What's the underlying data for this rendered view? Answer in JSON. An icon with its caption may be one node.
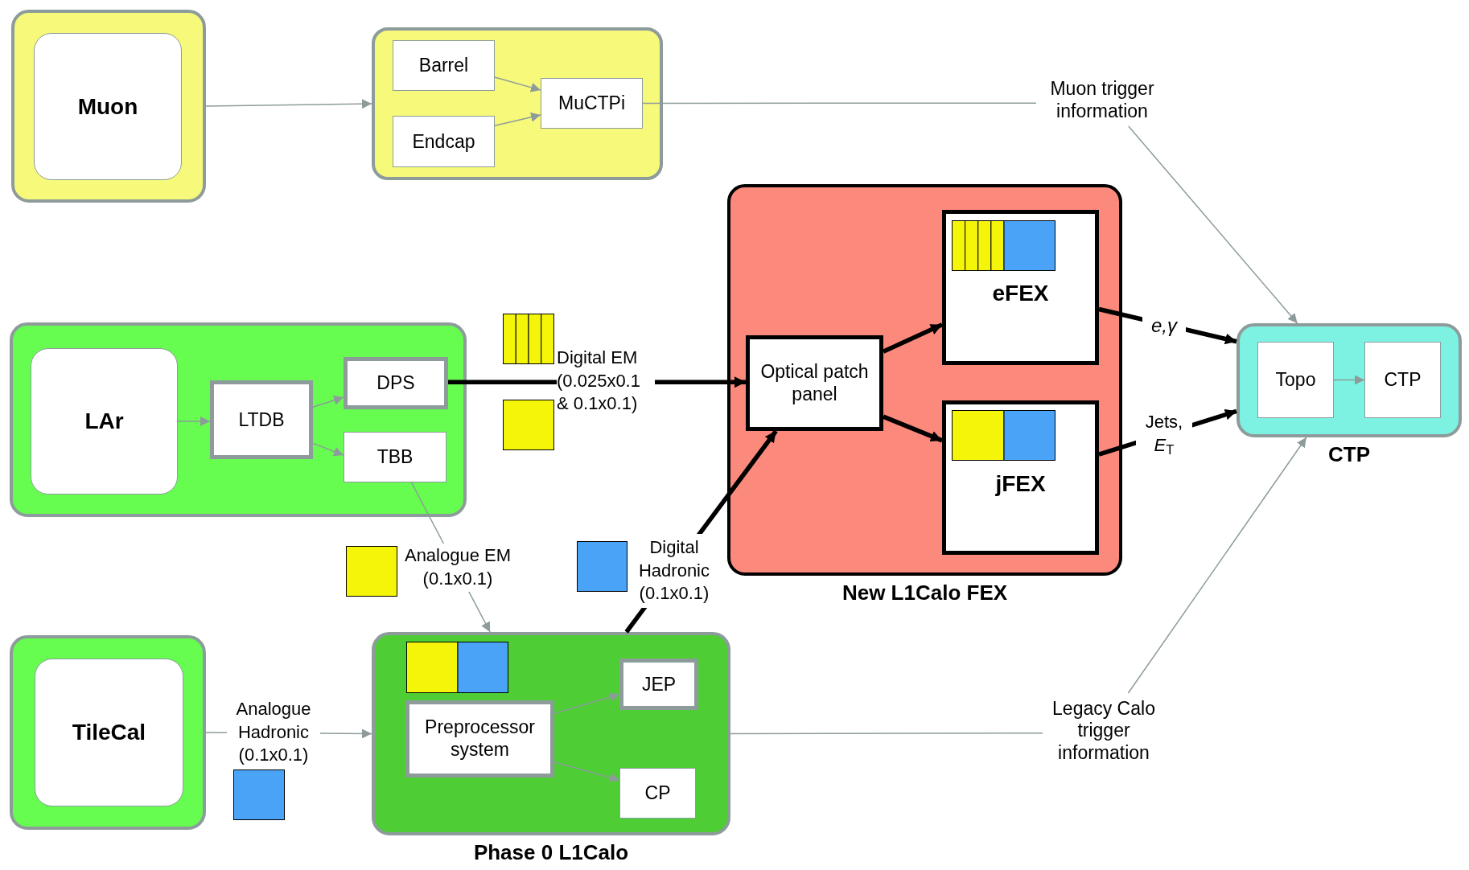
{
  "diagram": {
    "nodes": [
      {
        "text": [],
        "shape": "box"
      },
      {
        "text": [
          "Muon"
        ],
        "in": 0
      },
      {
        "text": [],
        "shape": "box"
      },
      {
        "text": [
          "Barrel"
        ],
        "in": 2
      },
      {
        "text": [
          "Endcap"
        ],
        "in": 2
      },
      {
        "text": [
          "MuCTPi"
        ],
        "in": 2
      },
      {
        "text": [
          "Muon trigger information"
        ]
      },
      {
        "text": [],
        "shape": "box"
      },
      {
        "text": [
          "LAr"
        ],
        "in": 7
      },
      {
        "text": [
          "LTDB"
        ],
        "in": 7
      },
      {
        "text": [
          "DPS"
        ],
        "in": 7
      },
      {
        "text": [
          "TBB"
        ],
        "in": 7
      },
      {
        "text": [],
        "shape": "box"
      },
      {
        "text": [
          "TileCal"
        ],
        "in": 12
      },
      {
        "text": [
          "Phase 0 L1Calo"
        ]
      },
      {
        "text": [
          "Preprocessor system"
        ],
        "in": 14
      },
      {
        "text": [
          "JEP"
        ],
        "in": 14
      },
      {
        "text": [
          "CP"
        ],
        "in": 14
      },
      {
        "text": [
          "New L1Calo FEX"
        ]
      },
      {
        "text": [
          "Optical patch panel"
        ],
        "in": 18
      },
      {
        "text": [
          "eFEX"
        ],
        "in": 18
      },
      {
        "text": [
          "jFEX"
        ],
        "in": 18
      },
      {
        "text": [
          "CTP"
        ]
      },
      {
        "text": [
          "Topo"
        ],
        "in": 22
      },
      {
        "text": [
          "CTP"
        ],
        "in": 22
      },
      {
        "text": [
          "Legacy Calo trigger information"
        ]
      }
    ],
    "edges": [
      {
        "from": 0,
        "to": 2,
        "arrow": "to"
      },
      {
        "from": 3,
        "to": 5,
        "arrow": "to"
      },
      {
        "from": 4,
        "to": 5,
        "arrow": "to"
      },
      {
        "from": 5,
        "to": 6,
        "arrow": "none"
      },
      {
        "from": 6,
        "to": 22,
        "arrow": "to"
      },
      {
        "from": 8,
        "to": 9,
        "arrow": "to"
      },
      {
        "from": 9,
        "to": 10,
        "arrow": "to"
      },
      {
        "from": 9,
        "to": 11,
        "arrow": "to"
      },
      {
        "from": 10,
        "to": 19,
        "arrow": "to",
        "label": "Digital EM (0.025x0.1 & 0.1x0.1)",
        "style": "thick",
        "color": "#000000"
      },
      {
        "from": 11,
        "to": 14,
        "arrow": "to",
        "label": "Analogue EM (0.1x0.1)"
      },
      {
        "from": 12,
        "to": 14,
        "arrow": "to",
        "label": "Analogue Hadronic (0.1x0.1)"
      },
      {
        "from": 14,
        "to": 19,
        "arrow": "to",
        "label": "Digital Hadronic (0.1x0.1)",
        "style": "thick",
        "color": "#000000"
      },
      {
        "from": 19,
        "to": 20,
        "arrow": "to",
        "style": "thick",
        "color": "#000000"
      },
      {
        "from": 19,
        "to": 21,
        "arrow": "to",
        "style": "thick",
        "color": "#000000"
      },
      {
        "from": 20,
        "to": 22,
        "arrow": "to",
        "label": "e,γ",
        "style": "thick",
        "color": "#000000"
      },
      {
        "from": 21,
        "to": 22,
        "arrow": "to",
        "label": "Jets, *E*$_{T}$",
        "style": "thick",
        "color": "#000000"
      },
      {
        "from": 15,
        "to": 16,
        "arrow": "to"
      },
      {
        "from": 15,
        "to": 17,
        "arrow": "to"
      },
      {
        "from": 14,
        "to": 25,
        "arrow": "none"
      },
      {
        "from": 25,
        "to": 22,
        "arrow": "to"
      },
      {
        "from": 23,
        "to": 24,
        "arrow": "to"
      }
    ]
  }
}
